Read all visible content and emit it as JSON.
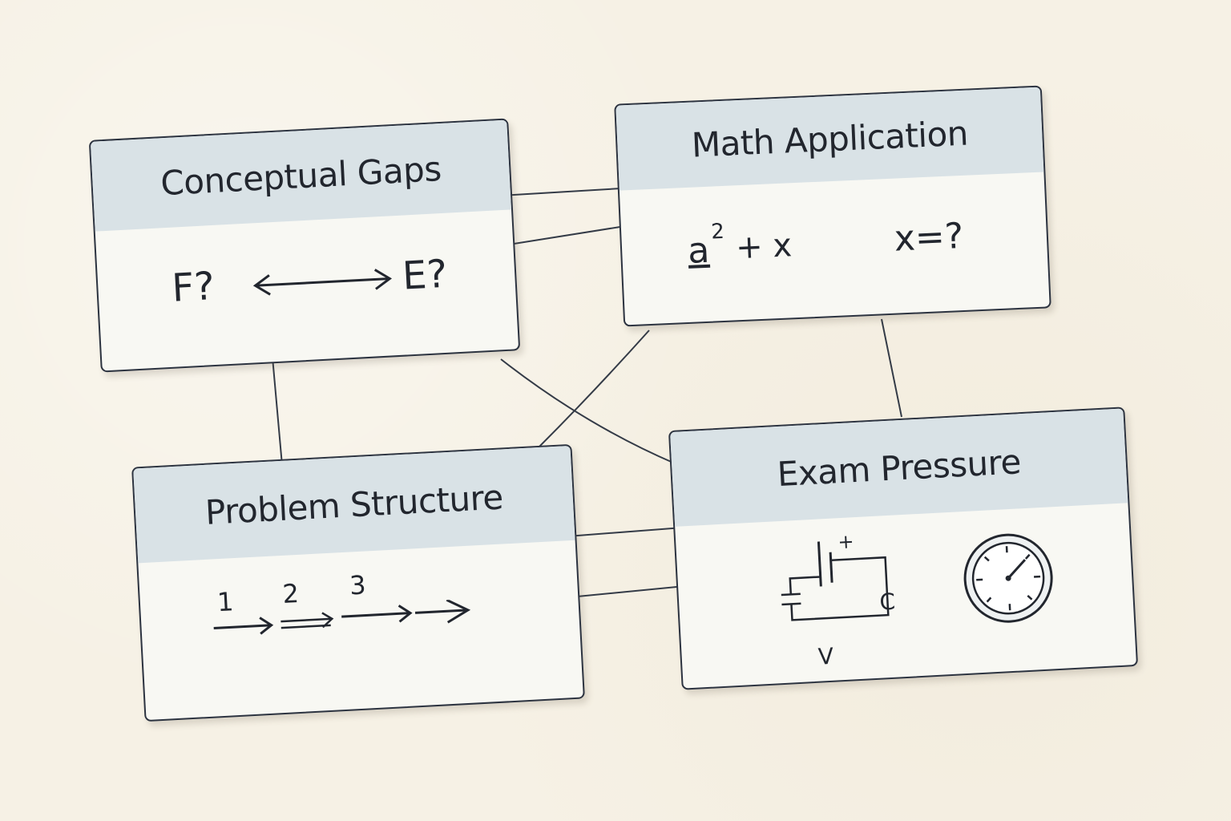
{
  "nodes": {
    "conceptual_gaps": {
      "title": "Conceptual Gaps",
      "left_symbol": "F?",
      "right_symbol": "E?"
    },
    "math_application": {
      "title": "Math Application",
      "expr_base": "a",
      "expr_power": "2",
      "expr_rest": "+ x",
      "unknown": "x=?"
    },
    "problem_structure": {
      "title": "Problem Structure",
      "step_1": "1",
      "step_2": "2",
      "step_3": "3"
    },
    "exam_pressure": {
      "title": "Exam Pressure",
      "plus_label": "+",
      "capacitor_label": "C",
      "voltage_label": "V"
    }
  },
  "colors": {
    "paper": "#f6f1e5",
    "card": "#f8f8f3",
    "header": "#d9e2e6",
    "ink": "#22262e"
  }
}
